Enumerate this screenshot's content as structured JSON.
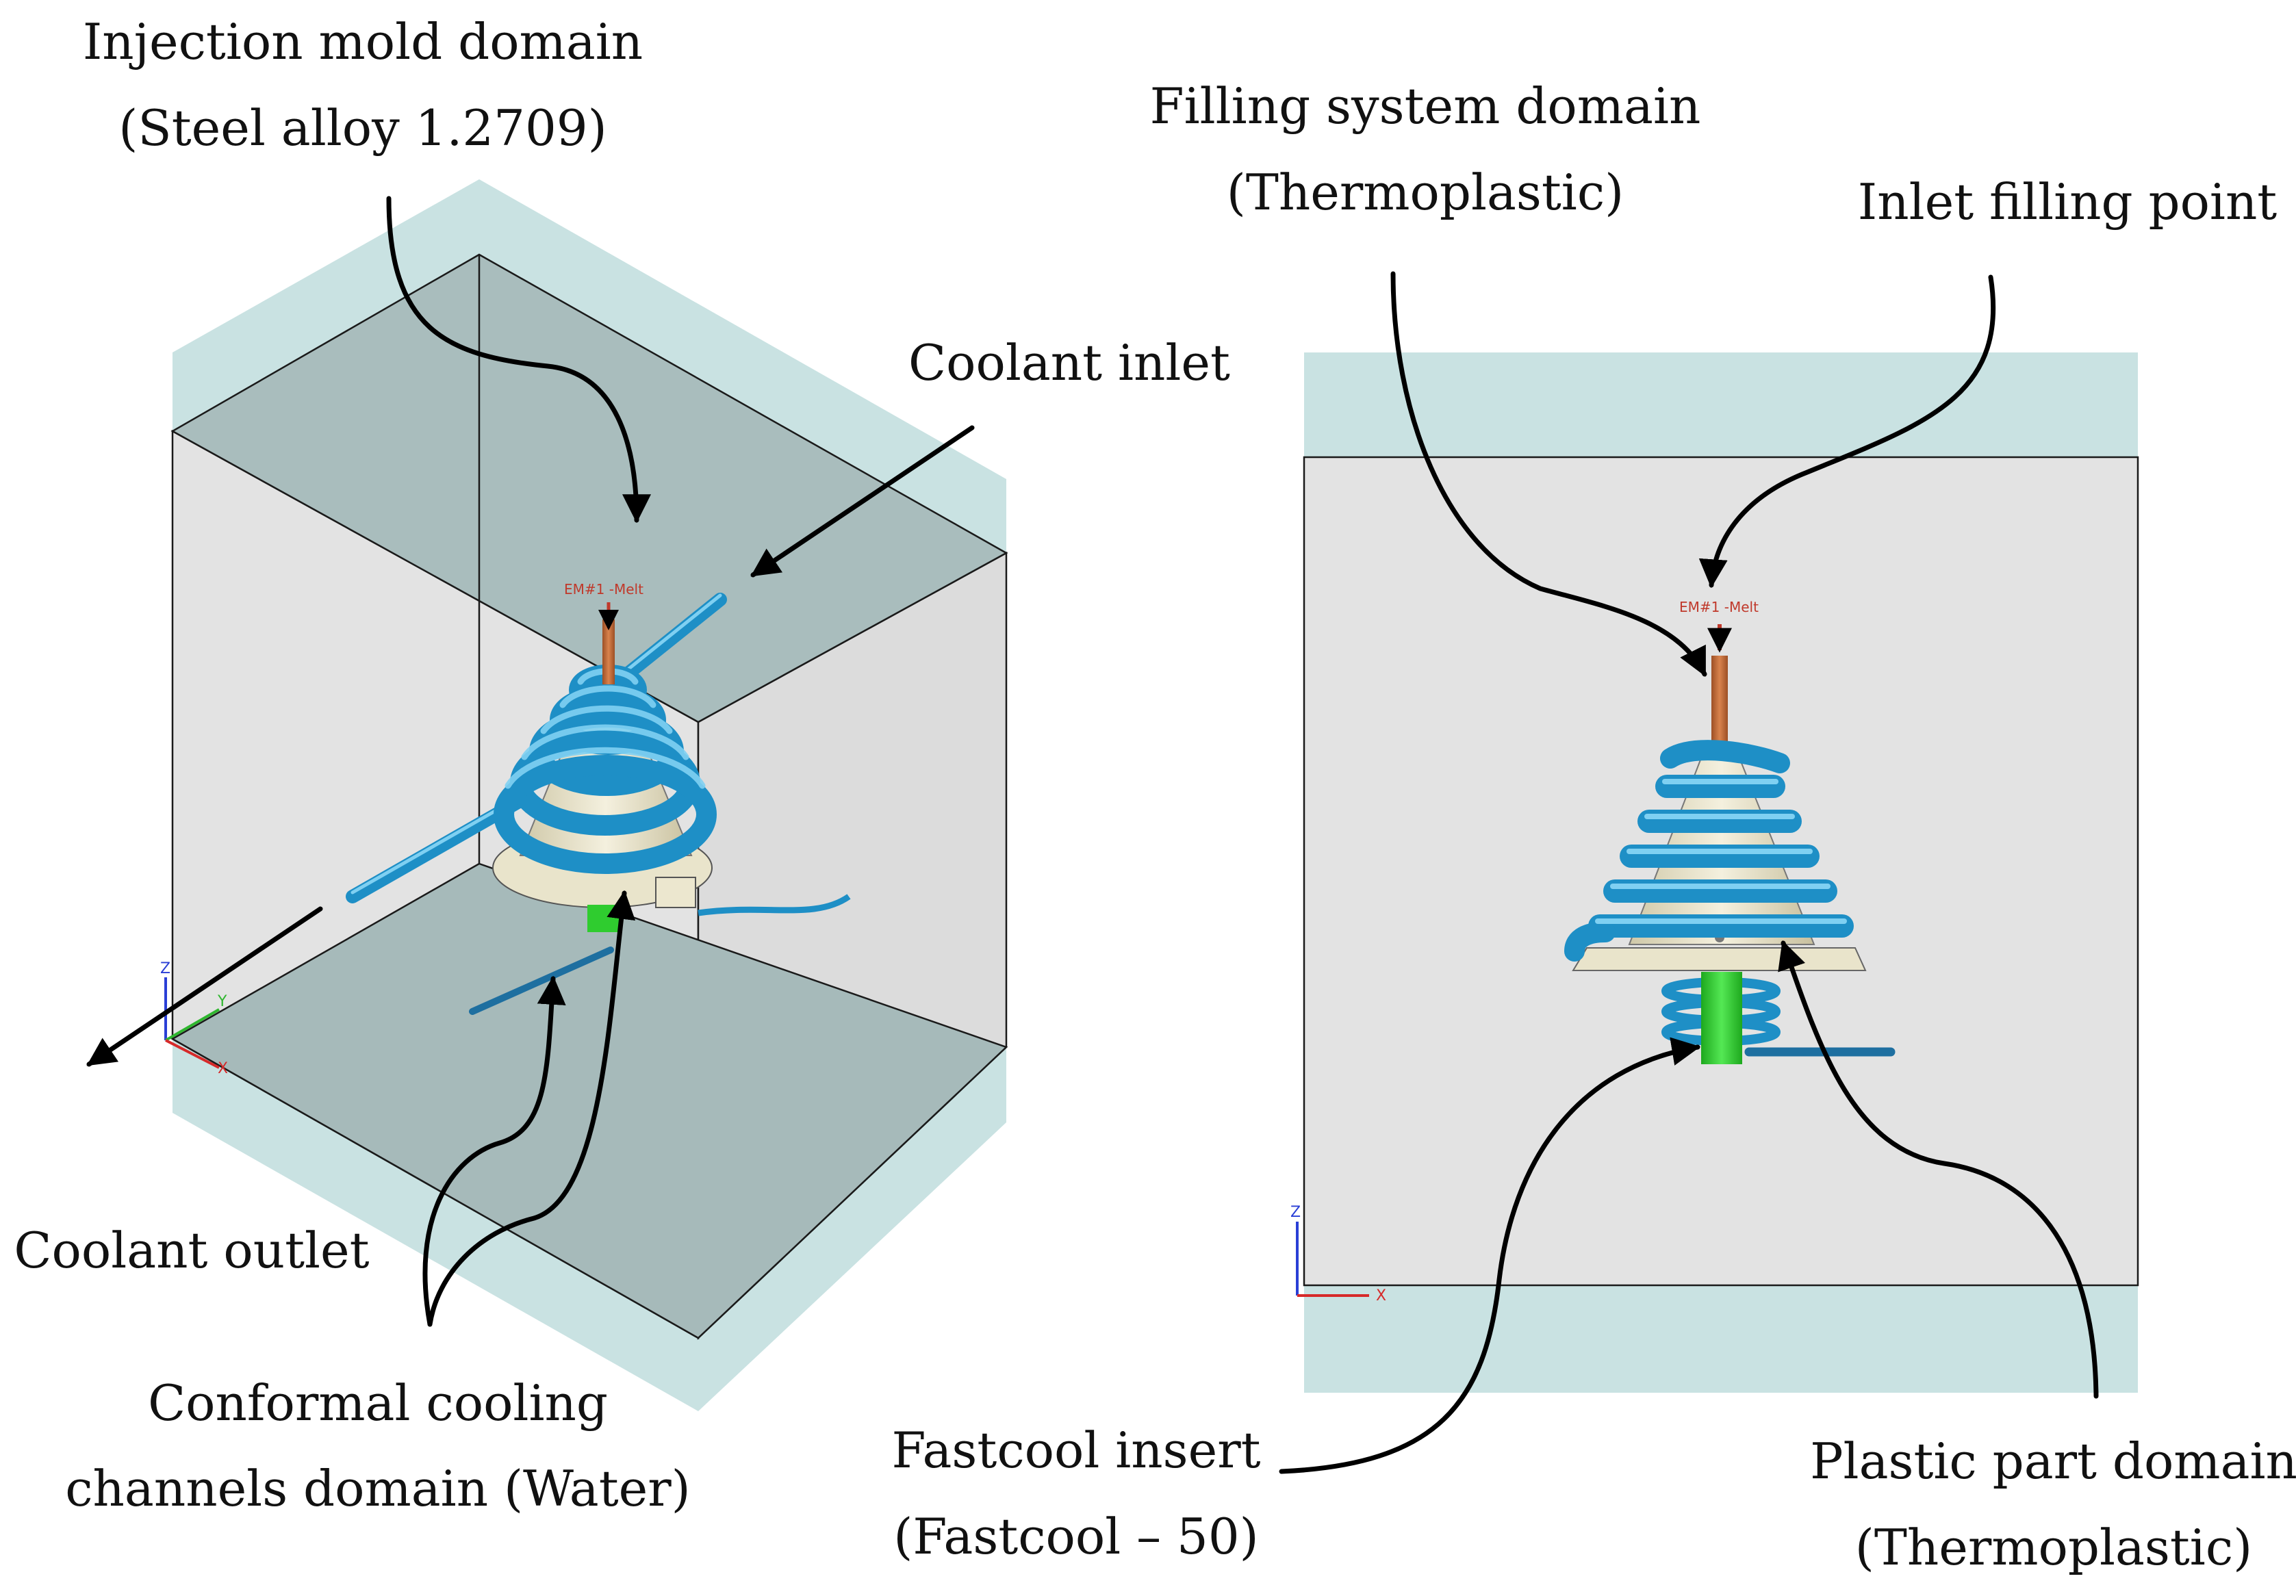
{
  "labels": {
    "mold": [
      "Injection mold domain",
      "(Steel alloy 1.2709)"
    ],
    "filling": [
      "Filling system domain",
      "(Thermoplastic)"
    ],
    "inlet_point": "Inlet filling point",
    "coolant_inlet": "Coolant inlet",
    "coolant_outlet": "Coolant outlet",
    "channels": [
      "Conformal cooling",
      "channels domain (Water)"
    ],
    "fastcool": [
      "Fastcool insert",
      "(Fastcool – 50)"
    ],
    "plastic": [
      "Plastic part domain",
      "(Thermoplastic)"
    ]
  },
  "markers": {
    "melt_left": "EM#1 -Melt",
    "melt_right": "EM#1 -Melt"
  },
  "axes": {
    "z": "Z",
    "y": "Y",
    "x": "X"
  },
  "colors": {
    "mold_fill": "#c9e2e2",
    "mold_face": "#e2e2e2",
    "mold_dark": "#9fb3b3",
    "channel": "#1e8fc6",
    "insert": "#2fcc2f",
    "part": "#ebe6cf",
    "sprue": "#c8703d",
    "arrow": "#000000"
  }
}
